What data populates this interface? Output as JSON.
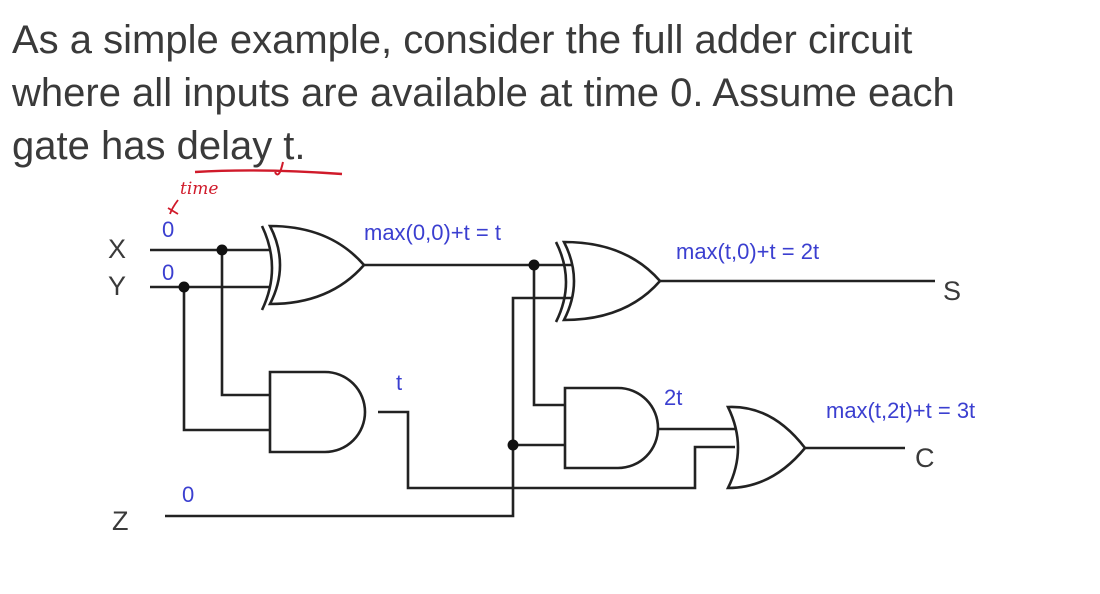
{
  "intro": {
    "lines": [
      "As a simple example, consider the full adder circuit",
      "where all inputs are available at time 0. Assume each",
      "gate has delay t."
    ]
  },
  "annotation": {
    "handwritten": "time",
    "color": "#d01a2a"
  },
  "circuit": {
    "inputs": [
      {
        "name": "X",
        "time": "0"
      },
      {
        "name": "Y",
        "time": "0"
      },
      {
        "name": "Z",
        "time": "0"
      }
    ],
    "outputs": [
      {
        "name": "S"
      },
      {
        "name": "C"
      }
    ],
    "gates": [
      {
        "id": "xor1",
        "type": "XOR",
        "label": "max(0,0)+t = t"
      },
      {
        "id": "xor2",
        "type": "XOR",
        "label": "max(t,0)+t = 2t"
      },
      {
        "id": "and1",
        "type": "AND",
        "label": "t"
      },
      {
        "id": "and2",
        "type": "AND",
        "label": "2t"
      },
      {
        "id": "or1",
        "type": "OR",
        "label": "max(t,2t)+t = 3t"
      }
    ],
    "label_color": "#3b3fd0"
  }
}
